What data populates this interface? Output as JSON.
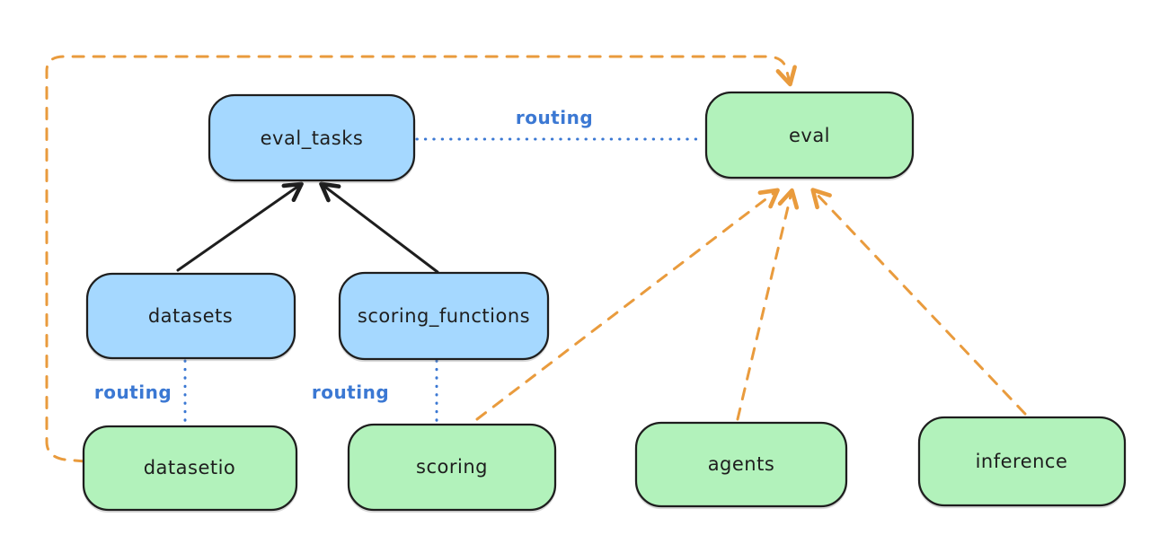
{
  "diagram": {
    "colors": {
      "blue_fill": "#a5d8ff",
      "green_fill": "#b2f2bb",
      "outline": "#1e1e1e",
      "orange_line": "#e99b3d",
      "blue_line": "#3b78d3",
      "background": "#ffffff"
    },
    "nodes": [
      {
        "id": "eval_tasks",
        "label": "eval_tasks",
        "color": "blue"
      },
      {
        "id": "eval",
        "label": "eval",
        "color": "green"
      },
      {
        "id": "datasets",
        "label": "datasets",
        "color": "blue"
      },
      {
        "id": "scoring_functions",
        "label": "scoring_functions",
        "color": "blue"
      },
      {
        "id": "datasetio",
        "label": "datasetio",
        "color": "green"
      },
      {
        "id": "scoring",
        "label": "scoring",
        "color": "green"
      },
      {
        "id": "agents",
        "label": "agents",
        "color": "green"
      },
      {
        "id": "inference",
        "label": "inference",
        "color": "green"
      }
    ],
    "edges": [
      {
        "from": "datasets",
        "to": "eval_tasks",
        "style": "solid-black-arrow",
        "label": ""
      },
      {
        "from": "scoring_functions",
        "to": "eval_tasks",
        "style": "solid-black-arrow",
        "label": ""
      },
      {
        "from": "eval_tasks",
        "to": "eval",
        "style": "dotted-blue",
        "label": "routing"
      },
      {
        "from": "datasets",
        "to": "datasetio",
        "style": "dotted-blue",
        "label": "routing"
      },
      {
        "from": "scoring_functions",
        "to": "scoring",
        "style": "dotted-blue",
        "label": "routing"
      },
      {
        "from": "datasetio",
        "to": "eval",
        "style": "dashed-orange-arrow",
        "label": ""
      },
      {
        "from": "scoring",
        "to": "eval",
        "style": "dashed-orange-arrow",
        "label": ""
      },
      {
        "from": "agents",
        "to": "eval",
        "style": "dashed-orange-arrow",
        "label": ""
      },
      {
        "from": "inference",
        "to": "eval",
        "style": "dashed-orange-arrow",
        "label": ""
      }
    ]
  }
}
